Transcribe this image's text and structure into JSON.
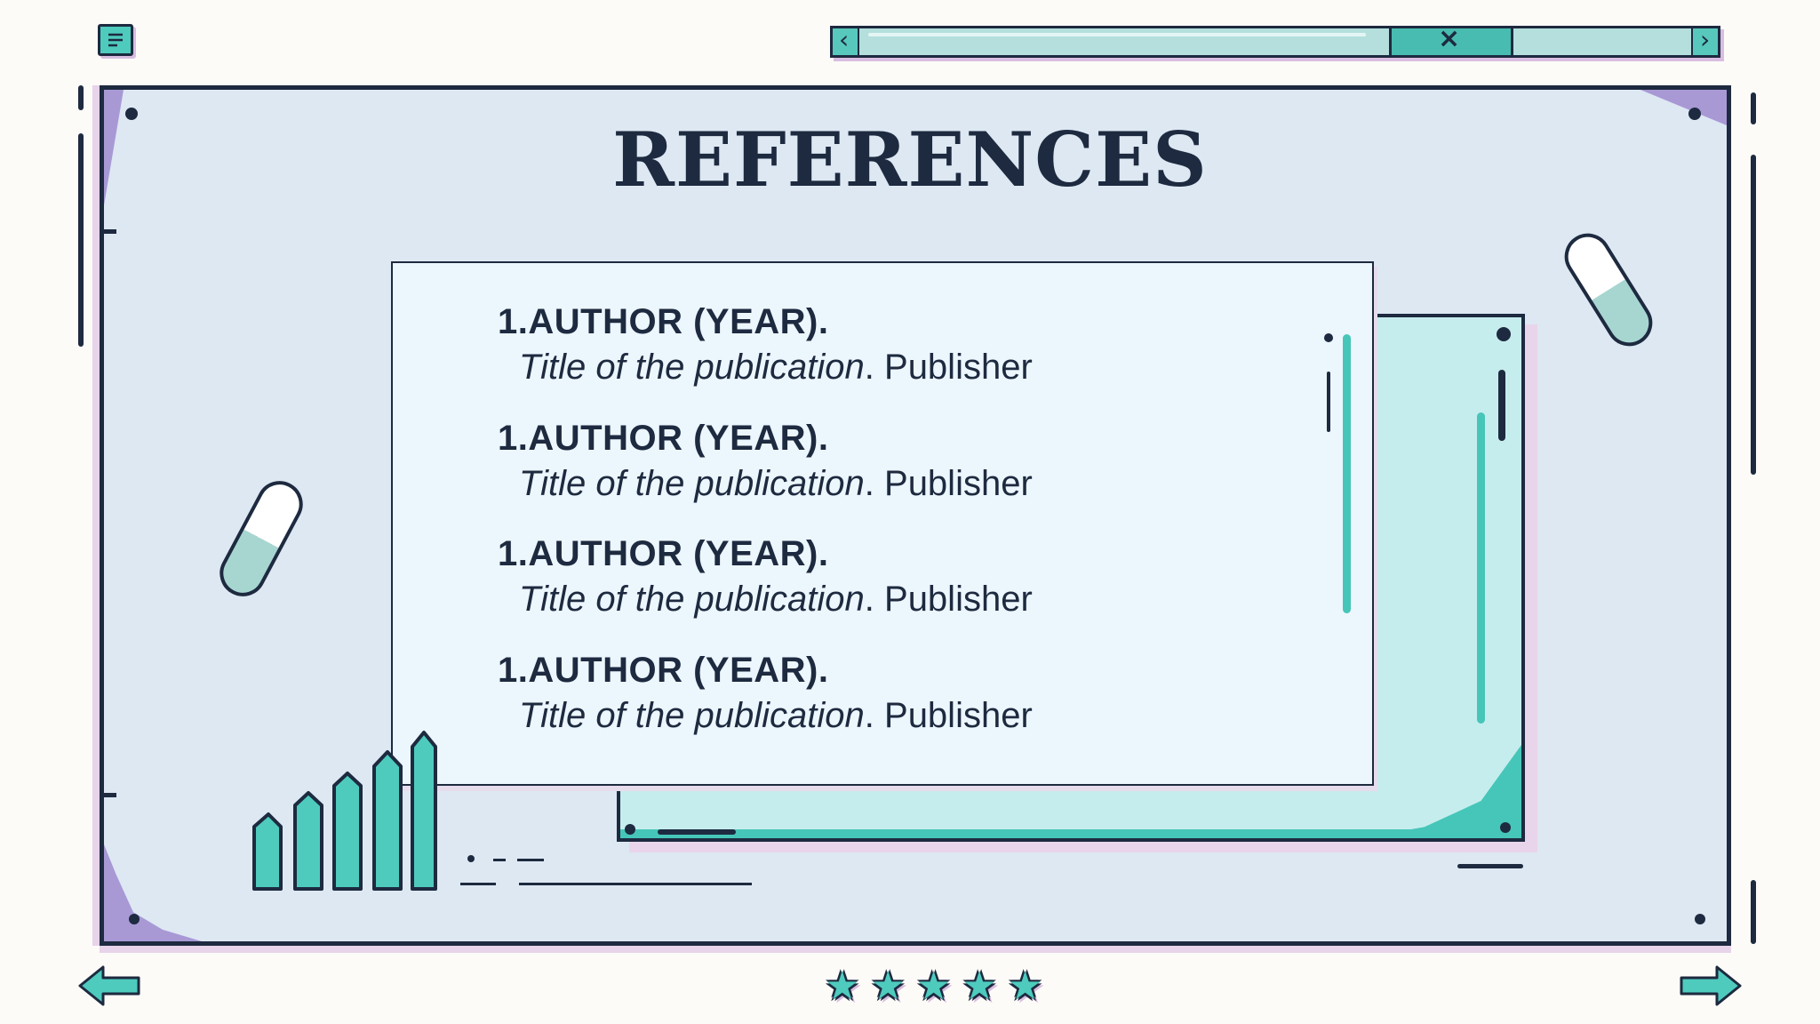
{
  "title": "REFERENCES",
  "references": [
    {
      "author": "1.AUTHOR (YEAR).",
      "title": "Title of the publication",
      "publisher": ". Publisher"
    },
    {
      "author": "1.AUTHOR (YEAR).",
      "title": "Title of the publication",
      "publisher": ". Publisher"
    },
    {
      "author": "1.AUTHOR (YEAR).",
      "title": "Title of the publication",
      "publisher": ". Publisher"
    },
    {
      "author": "1.AUTHOR (YEAR).",
      "title": "Title of the publication",
      "publisher": ". Publisher"
    }
  ],
  "scrollbar": {
    "close_glyph": "×",
    "left_glyph": "‹",
    "right_glyph": "›"
  },
  "rating": {
    "stars": 5,
    "glyph": "★"
  },
  "icons": {
    "menu": "menu-icon",
    "prev": "arrow-left-icon",
    "next": "arrow-right-icon",
    "pill": "pill-icon",
    "chart": "bar-chart-icon"
  },
  "colors": {
    "ink": "#1d2a3f",
    "teal": "#4ecbbd",
    "frame_bg": "#dde8f3",
    "card_bg": "#ecf6fd",
    "lavender": "#a899d5"
  }
}
